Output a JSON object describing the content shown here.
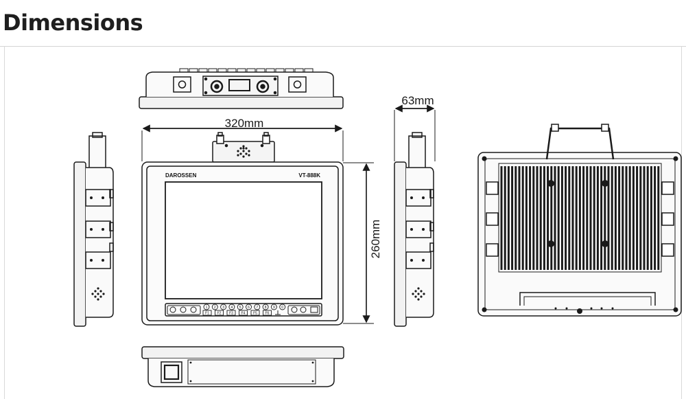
{
  "page": {
    "title": "Dimensions"
  },
  "dimensions": {
    "width": "320mm",
    "depth": "63mm",
    "height": "260mm"
  },
  "device": {
    "brand": "DAROSSEN",
    "model": "VT-888K",
    "function_keys": [
      "F1",
      "F2",
      "F3",
      "F4",
      "F5",
      "F6"
    ],
    "number_keys": [
      "1",
      "2",
      "3",
      "4",
      "5",
      "6",
      "7",
      "8",
      "9",
      "0"
    ]
  }
}
